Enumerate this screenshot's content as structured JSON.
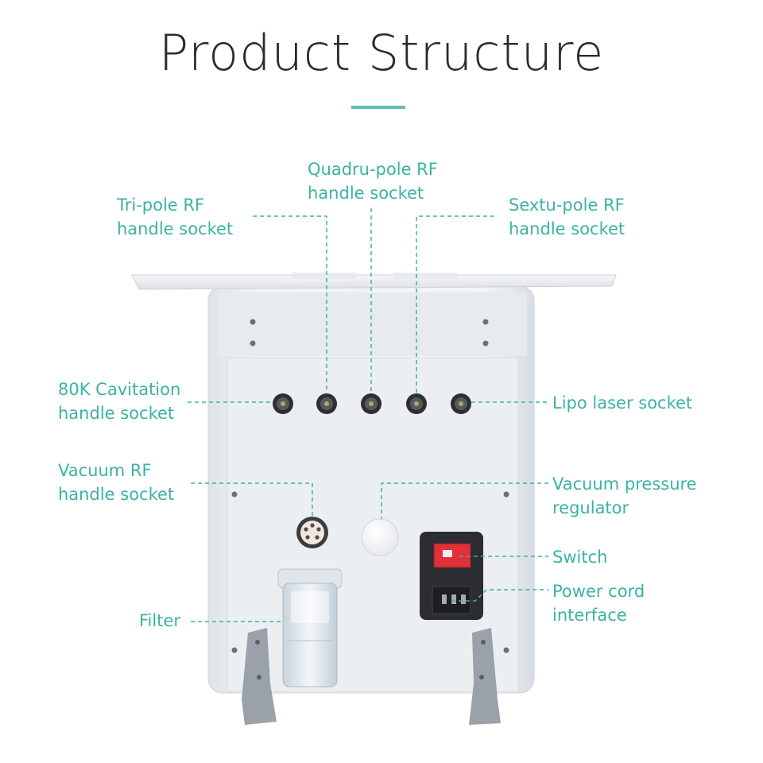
{
  "title": "Product Structure",
  "colors": {
    "accent": "#3bb3a2",
    "title_bar": "#5cc2b3",
    "title_text": "#2b2b2b",
    "device_body": "#eef0f3"
  },
  "labels": {
    "tri_pole": [
      "Tri-pole RF",
      "handle socket"
    ],
    "quadru_pole": [
      "Quadru-pole RF",
      "handle socket"
    ],
    "sextu_pole": [
      "Sextu-pole RF",
      "handle socket"
    ],
    "cavitation": [
      "80K Cavitation",
      "handle socket"
    ],
    "lipo_laser": [
      "Lipo laser socket"
    ],
    "vacuum_rf": [
      "Vacuum RF",
      "handle socket"
    ],
    "vacuum_regulator": [
      "Vacuum pressure",
      "regulator"
    ],
    "switch": [
      "Switch"
    ],
    "power_cord": [
      "Power cord",
      "interface"
    ],
    "filter": [
      "Filter"
    ]
  }
}
